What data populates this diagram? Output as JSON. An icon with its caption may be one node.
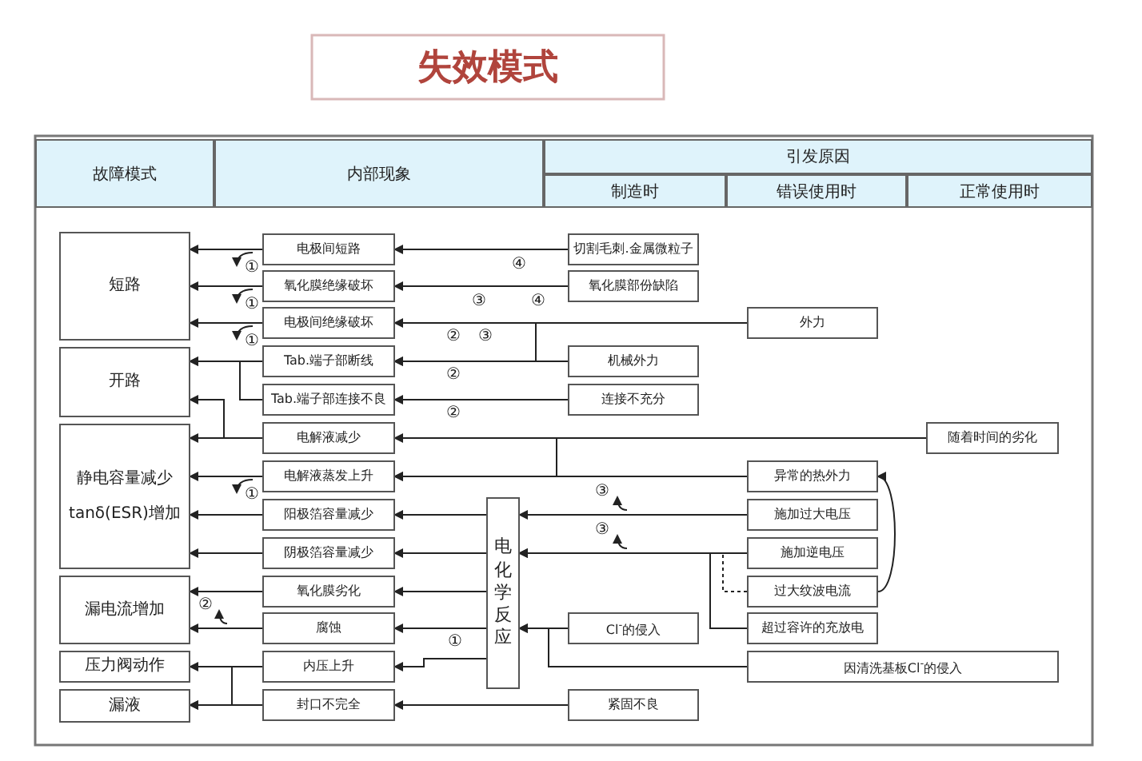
{
  "diagram": {
    "title": "失效模式",
    "nodes": [
      {
        "text": [
          "短路"
        ]
      },
      {
        "text": [
          "开路"
        ]
      },
      {
        "text": [
          "静电容量减少",
          "tanδ(ESR)增加"
        ]
      },
      {
        "text": [
          "漏电流增加"
        ]
      },
      {
        "text": [
          "压力阀动作"
        ]
      },
      {
        "text": [
          "漏液"
        ]
      },
      {
        "text": [
          "电极间短路"
        ]
      },
      {
        "text": [
          "氧化膜绝缘破坏"
        ]
      },
      {
        "text": [
          "电极间绝缘破坏"
        ]
      },
      {
        "text": [
          "Tab.端子部断线"
        ]
      },
      {
        "text": [
          "Tab.端子部连接不良"
        ]
      },
      {
        "text": [
          "电解液减少"
        ]
      },
      {
        "text": [
          "电解液蒸发上升"
        ]
      },
      {
        "text": [
          "阳极箔容量减少"
        ]
      },
      {
        "text": [
          "阴极箔容量减少"
        ]
      },
      {
        "text": [
          "氧化膜劣化"
        ]
      },
      {
        "text": [
          "腐蚀"
        ]
      },
      {
        "text": [
          "内压上升"
        ]
      },
      {
        "text": [
          "封口不完全"
        ]
      },
      {
        "text": [
          "电化学反应"
        ]
      },
      {
        "text": [
          "切割毛刺.金属微粒子"
        ]
      },
      {
        "text": [
          "氧化膜部份缺陷"
        ]
      },
      {
        "text": [
          "外力"
        ]
      },
      {
        "text": [
          "机械外力"
        ]
      },
      {
        "text": [
          "连接不充分"
        ]
      },
      {
        "text": [
          "随着时间的劣化"
        ]
      },
      {
        "text": [
          "异常的热外力"
        ]
      },
      {
        "text": [
          "施加过大电压"
        ]
      },
      {
        "text": [
          "施加逆电压"
        ]
      },
      {
        "text": [
          "过大纹波电流"
        ]
      },
      {
        "text": [
          "Cl$^{-}$的侵入"
        ]
      },
      {
        "text": [
          "超过容许的充放电"
        ]
      },
      {
        "text": [
          "因清洗基板Cl$^{-}$的侵入"
        ]
      },
      {
        "text": [
          "紧固不良"
        ]
      }
    ],
    "edges": [
      {
        "from": 6,
        "to": 0,
        "arrow": "to"
      },
      {
        "from": 7,
        "to": 0,
        "arrow": "to"
      },
      {
        "from": 8,
        "to": 0,
        "arrow": "to"
      },
      {
        "from": 9,
        "to": 1,
        "arrow": "to"
      },
      {
        "from": 10,
        "to": 1,
        "arrow": "to"
      },
      {
        "from": 11,
        "to": 1,
        "arrow": "to"
      },
      {
        "from": 11,
        "to": 2,
        "arrow": "to"
      },
      {
        "from": 12,
        "to": 2,
        "arrow": "to"
      },
      {
        "from": 13,
        "to": 2,
        "arrow": "to"
      },
      {
        "from": 14,
        "to": 2,
        "arrow": "to"
      },
      {
        "from": 15,
        "to": 3,
        "arrow": "to"
      },
      {
        "from": 16,
        "to": 3,
        "arrow": "to"
      },
      {
        "from": 17,
        "to": 4,
        "arrow": "to"
      },
      {
        "from": 17,
        "to": 5,
        "arrow": "to"
      },
      {
        "from": 18,
        "to": 5,
        "arrow": "to"
      },
      {
        "from": 20,
        "to": 6,
        "arrow": "to"
      },
      {
        "from": 21,
        "to": 7,
        "arrow": "to"
      },
      {
        "from": 22,
        "to": 8,
        "arrow": "to"
      },
      {
        "from": 22,
        "to": 9,
        "arrow": "to"
      },
      {
        "from": 23,
        "to": 9,
        "arrow": "to"
      },
      {
        "from": 24,
        "to": 10,
        "arrow": "to"
      },
      {
        "from": 25,
        "to": 11,
        "arrow": "to"
      },
      {
        "from": 25,
        "to": 12,
        "arrow": "to"
      },
      {
        "from": 26,
        "to": 12,
        "arrow": "to"
      },
      {
        "from": 27,
        "to": 19,
        "arrow": "to"
      },
      {
        "from": 28,
        "to": 19,
        "arrow": "to"
      },
      {
        "from": 29,
        "to": 19,
        "arrow": "to",
        "style": "dashed"
      },
      {
        "from": 31,
        "to": 19,
        "arrow": "to"
      },
      {
        "from": 30,
        "to": 19,
        "arrow": "to"
      },
      {
        "from": 32,
        "to": 19,
        "arrow": "to"
      },
      {
        "from": 19,
        "to": 13,
        "arrow": "to"
      },
      {
        "from": 19,
        "to": 14,
        "arrow": "to"
      },
      {
        "from": 19,
        "to": 15,
        "arrow": "to"
      },
      {
        "from": 19,
        "to": 16,
        "arrow": "to"
      },
      {
        "from": 19,
        "to": 17,
        "arrow": "to"
      },
      {
        "from": 33,
        "to": 18,
        "arrow": "to"
      },
      {
        "from": 29,
        "to": 26,
        "arrow": "to"
      }
    ],
    "labels": [
      "故障模式",
      "内部现象",
      "引发原因",
      "制造时",
      "错误使用时",
      "正常使用时",
      "①",
      "④",
      "①",
      "③",
      "④",
      "①",
      "②",
      "③",
      "②",
      "②",
      "①",
      "③",
      "③",
      "②",
      "①"
    ]
  }
}
